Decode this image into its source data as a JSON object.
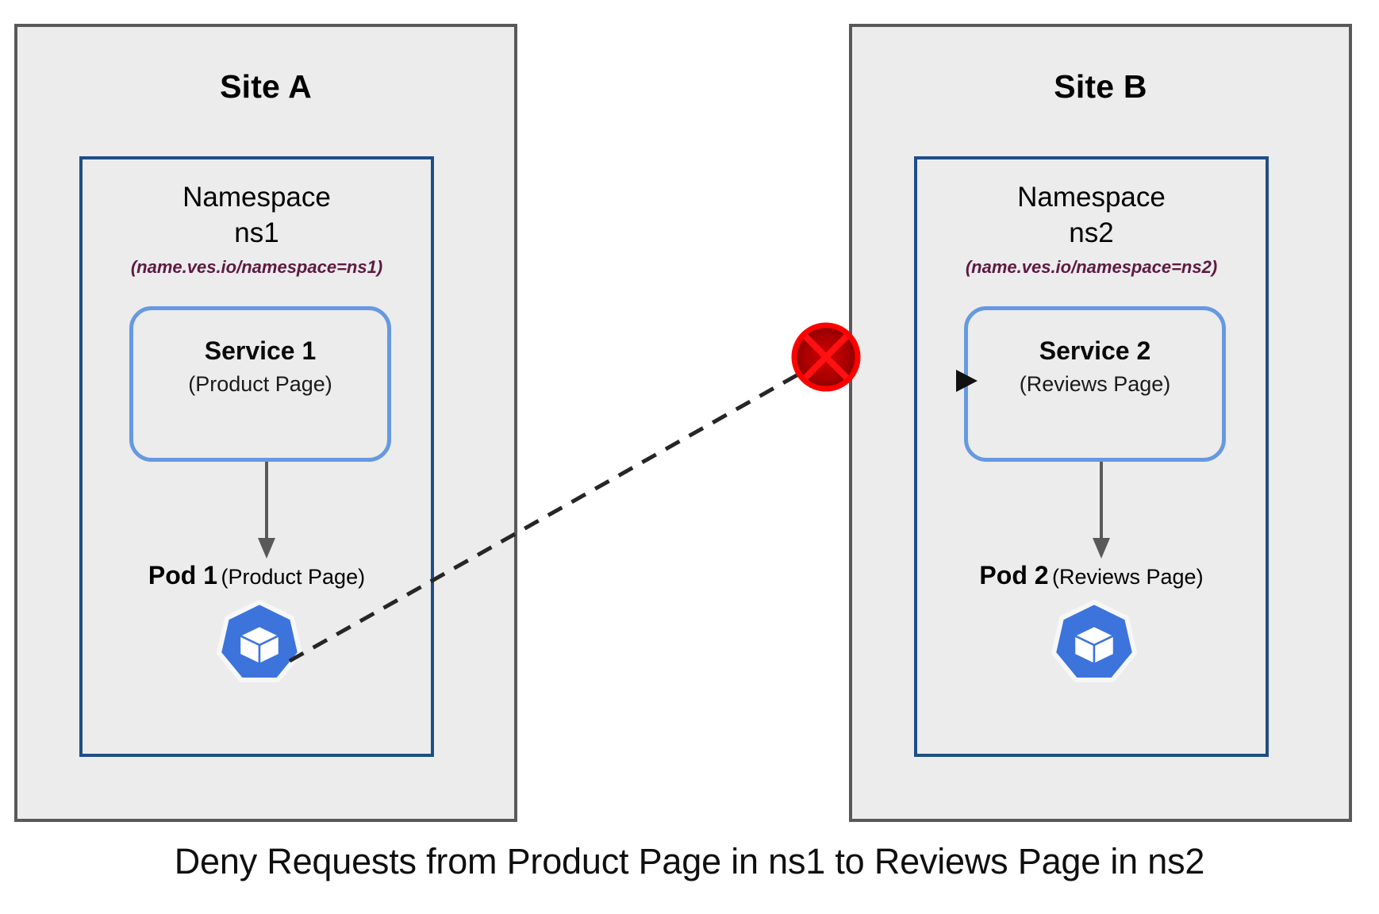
{
  "diagram": {
    "caption": "Deny Requests from Product Page in ns1 to Reviews Page in ns2",
    "colors": {
      "site_border": "#595959",
      "site_fill": "#ececec",
      "namespace_border": "#1f4e86",
      "service_border": "#6699e0",
      "namespace_label": "#5d1a42",
      "deny_red": "#ff0000",
      "deny_red_dark": "#8b0000",
      "k8s_blue": "#3c74dc",
      "arrow_gray": "#595959"
    },
    "sites": [
      {
        "id": "site-a",
        "title": "Site A",
        "namespace": {
          "title_line1": "Namespace",
          "title_line2": "ns1",
          "label": "(name.ves.io/namespace=ns1)",
          "service": {
            "title": "Service 1",
            "subtitle": "(Product Page)"
          },
          "pod": {
            "name": "Pod 1",
            "subtitle": "(Product Page)",
            "icon": "kubernetes-icon"
          }
        }
      },
      {
        "id": "site-b",
        "title": "Site B",
        "namespace": {
          "title_line1": "Namespace",
          "title_line2": "ns2",
          "label": "(name.ves.io/namespace=ns2)",
          "service": {
            "title": "Service 2",
            "subtitle": "(Reviews Page)"
          },
          "pod": {
            "name": "Pod 2",
            "subtitle": "(Reviews Page)",
            "icon": "kubernetes-icon"
          }
        }
      }
    ],
    "connection": {
      "style": "dashed",
      "from": "Pod 1 (Product Page) in ns1 on Site A",
      "to": "Service 2 (Reviews Page) in ns2 on Site B",
      "status_icon": "deny-cross-icon",
      "status": "denied"
    }
  }
}
